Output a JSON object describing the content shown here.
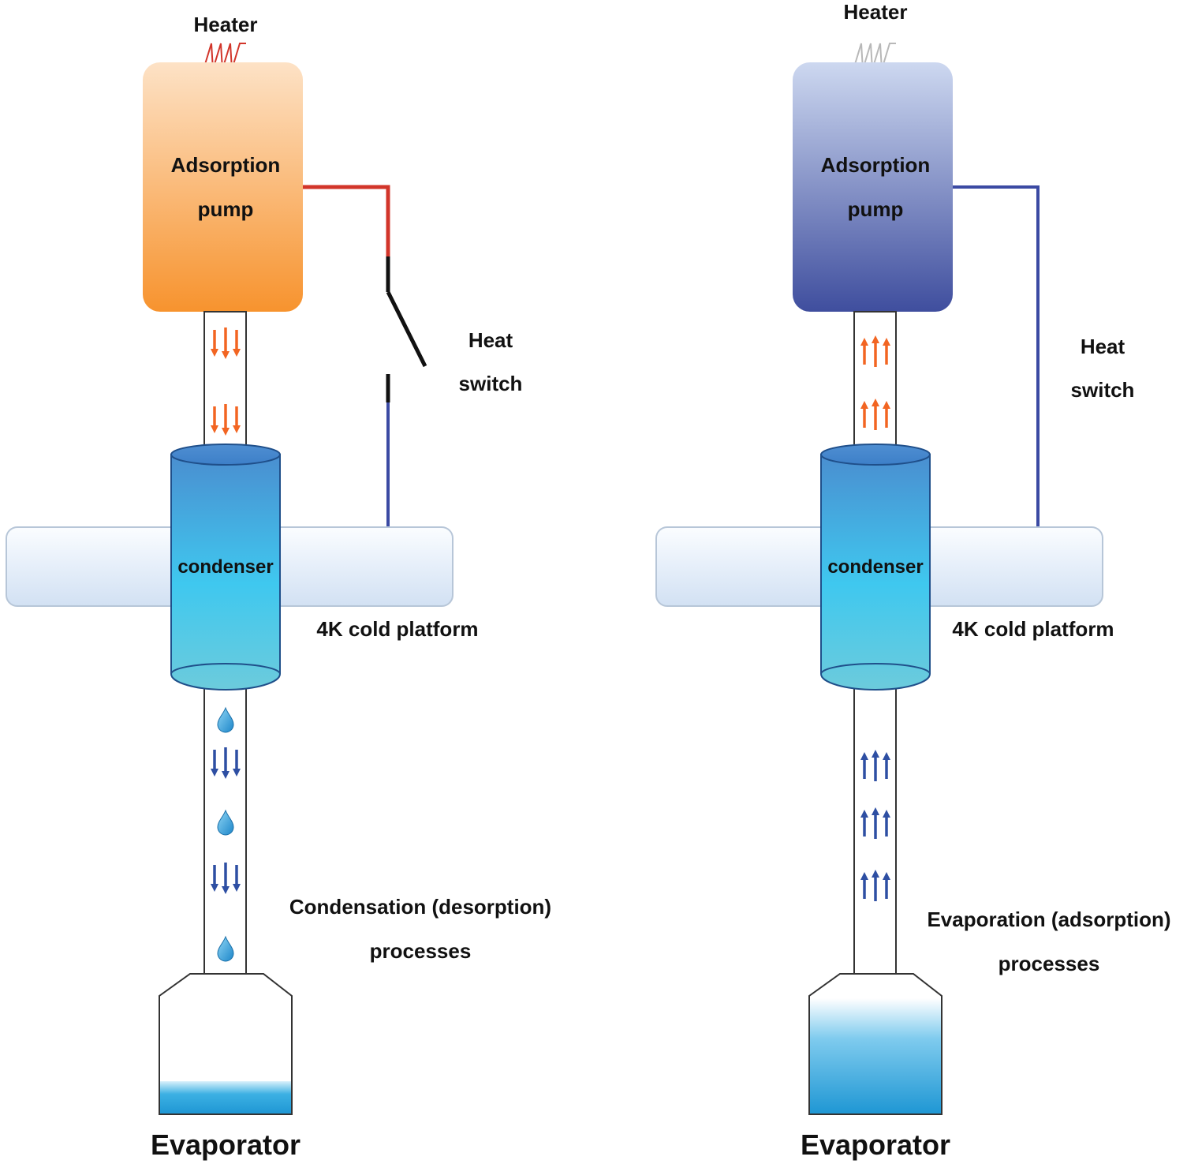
{
  "colors": {
    "pump_hot_top": "#fde0c2",
    "pump_hot_bottom": "#f7932e",
    "pump_cold_top": "#c9d4ee",
    "pump_cold_bottom": "#3f4f9f",
    "wire_hot": "#d2352a",
    "wire_cold": "#3b4aa3",
    "switch_black": "#111111",
    "heater_on": "#d2352a",
    "heater_off": "#b8b8b8",
    "arrow_orange": "#f26522",
    "arrow_blue": "#2e4fa3",
    "condenser_top": "#4a8fd0",
    "condenser_mid": "#3ec7ee",
    "condenser_bottom": "#6ccbdc",
    "platform_fill": "#dbe7f5",
    "droplet": "#2a9ad8",
    "liquid": "#1f9bd6"
  },
  "left": {
    "heater_label": "Heater",
    "heater_state": "on",
    "pump_label_line1": "Adsorption",
    "pump_label_line2": "pump",
    "switch_label_line1": "Heat",
    "switch_label_line2": "switch",
    "switch_state": "open",
    "condenser_label": "condenser",
    "platform_label": "4K cold platform",
    "process_label_line1": "Condensation (desorption)",
    "process_label_line2": "processes",
    "evaporator_label": "Evaporator",
    "flow_direction": "down",
    "evaporator_fill_level": 0.28
  },
  "right": {
    "heater_label": "Heater",
    "heater_state": "off",
    "pump_label_line1": "Adsorption",
    "pump_label_line2": "pump",
    "switch_label_line1": "Heat",
    "switch_label_line2": "switch",
    "switch_state": "closed",
    "condenser_label": "condenser",
    "platform_label": "4K cold platform",
    "process_label_line1": "Evaporation (adsorption)",
    "process_label_line2": "processes",
    "evaporator_label": "Evaporator",
    "flow_direction": "up",
    "evaporator_fill_level": 1.0
  }
}
